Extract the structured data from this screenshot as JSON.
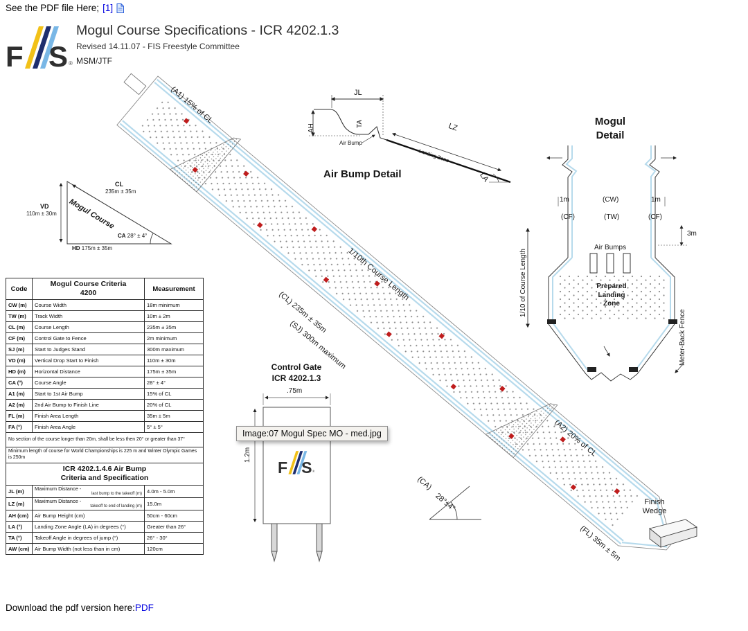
{
  "page": {
    "top_text": "See the PDF file Here;",
    "top_link": "[1]",
    "bottom_text": "Download the pdf version here:",
    "bottom_link": "PDF"
  },
  "header": {
    "title": "Mogul Course Specifications - ICR 4202.1.3",
    "subtitle": "Revised 14.11.07 - FIS Freestyle Committee",
    "initials": "MSM/JTF"
  },
  "logo": {
    "f": "F",
    "s": "S",
    "registered": "®"
  },
  "course": {
    "a1": "(A1) 15% of CL",
    "tenth": "1/10th Course Length",
    "cl": "(CL) 235m ± 35m",
    "sj": "(SJ) 300m maximum",
    "a2": "(A2) 20% of CL",
    "ca": "(CA)",
    "ca_value": "28°±4°",
    "fl": "(FL) 35m ± 5m",
    "finish_line1": "Finish",
    "finish_line2": "Wedge"
  },
  "air_bump_detail": {
    "title": "Air Bump Detail",
    "jl": "JL",
    "ah": "AH",
    "ta": "TA",
    "air_bump": "Air Bump",
    "lz": "LZ",
    "landing_zone": "Landing Zone",
    "la": "LA"
  },
  "mogul_detail": {
    "title_line1": "Mogul",
    "title_line2": "Detail",
    "one_m_left": "1m",
    "cw": "(CW)",
    "one_m_right": "1m",
    "cf_left": "(CF)",
    "tw": "(TW)",
    "cf_right": "(CF)",
    "three_m": "3m",
    "air_bumps": "Air Bumps",
    "prepared_landing_zone": "Prepared Landing Zone",
    "left_axis": "1/10 of Course Length",
    "right_axis": "Meter-Back Fence"
  },
  "triangle": {
    "cl": "CL",
    "cl_value": "235m ± 35m",
    "name": "Mogul Course",
    "vd": "VD",
    "vd_value": "110m ± 30m",
    "ca": "CA",
    "ca_value": "28° ± 4°",
    "hd": "HD",
    "hd_value": "175m ± 35m"
  },
  "control_gate": {
    "title_line1": "Control Gate",
    "title_line2": "ICR 4202.1.3",
    "width_dim": ".75m",
    "height_dim": "1.2m"
  },
  "tooltip": {
    "text": "Image:07 Mogul Spec MO - med.jpg"
  },
  "criteria_table": {
    "col_code": "Code",
    "col_criteria_line1": "Mogul Course Criteria",
    "col_criteria_line2": "4200",
    "col_measurement": "Measurement",
    "rows": [
      {
        "code": "CW (m)",
        "criteria": "Course Width",
        "measurement": "18m minimum"
      },
      {
        "code": "TW (m)",
        "criteria": "Track Width",
        "measurement": "10m ± 2m"
      },
      {
        "code": "CL (m)",
        "criteria": "Course Length",
        "measurement": "235m ± 35m"
      },
      {
        "code": "CF (m)",
        "criteria": "Control Gate to Fence",
        "measurement": "2m minimum"
      },
      {
        "code": "SJ (m)",
        "criteria": "Start to Judges Stand",
        "measurement": "300m maximum"
      },
      {
        "code": "VD (m)",
        "criteria": "Vertical Drop Start to Finish",
        "measurement": "110m ± 30m"
      },
      {
        "code": "HD (m)",
        "criteria": "Horizontal Distance",
        "measurement": "175m ± 35m"
      },
      {
        "code": "CA (°)",
        "criteria": "Course Angle",
        "measurement": "28° ± 4°"
      },
      {
        "code": "A1 (m)",
        "criteria": "Start to 1st Air Bump",
        "measurement": "15% of CL"
      },
      {
        "code": "A2 (m)",
        "criteria": "2nd Air Bump to Finish Line",
        "measurement": "20% of CL"
      },
      {
        "code": "FL (m)",
        "criteria": "Finish Area Length",
        "measurement": "35m ± 5m"
      },
      {
        "code": "FA (°)",
        "criteria": "Finish Area Angle",
        "measurement": "5° ± 5°"
      }
    ],
    "note1": "No section of the course longer than 20m, shall be less then 20° or greater than 37°",
    "note2": "Minimum length of course for World Championships is 225 m and Winter Olympic Games is 250m"
  },
  "airbump_table": {
    "title_line1": "ICR 4202.1.4.6 Air Bump",
    "title_line2": "Criteria and Specification",
    "rows": [
      {
        "code": "JL (m)",
        "criteria": "Maximum Distance -",
        "criteria_small": "last bump to the takeoff (m)",
        "measurement": "4.0m - 5.0m"
      },
      {
        "code": "LZ (m)",
        "criteria": "Maximum Distance -",
        "criteria_small": "takeoff to end of landing (m)",
        "measurement": "15.0m"
      },
      {
        "code": "AH (cm)",
        "criteria": "Air Bump Height (cm)",
        "criteria_small": "",
        "measurement": "50cm - 60cm"
      },
      {
        "code": "LA (°)",
        "criteria": "Landing Zone Angle (LA) in degrees (°)",
        "criteria_small": "",
        "measurement": "Greater than 26°"
      },
      {
        "code": "TA (°)",
        "criteria": "Takeoff Angle in degrees of jump (°)",
        "criteria_small": "",
        "measurement": "26° - 30°"
      },
      {
        "code": "AW (cm)",
        "criteria": "Air Bump Width (not less than in cm)",
        "criteria_small": "",
        "measurement": "120cm"
      }
    ]
  }
}
